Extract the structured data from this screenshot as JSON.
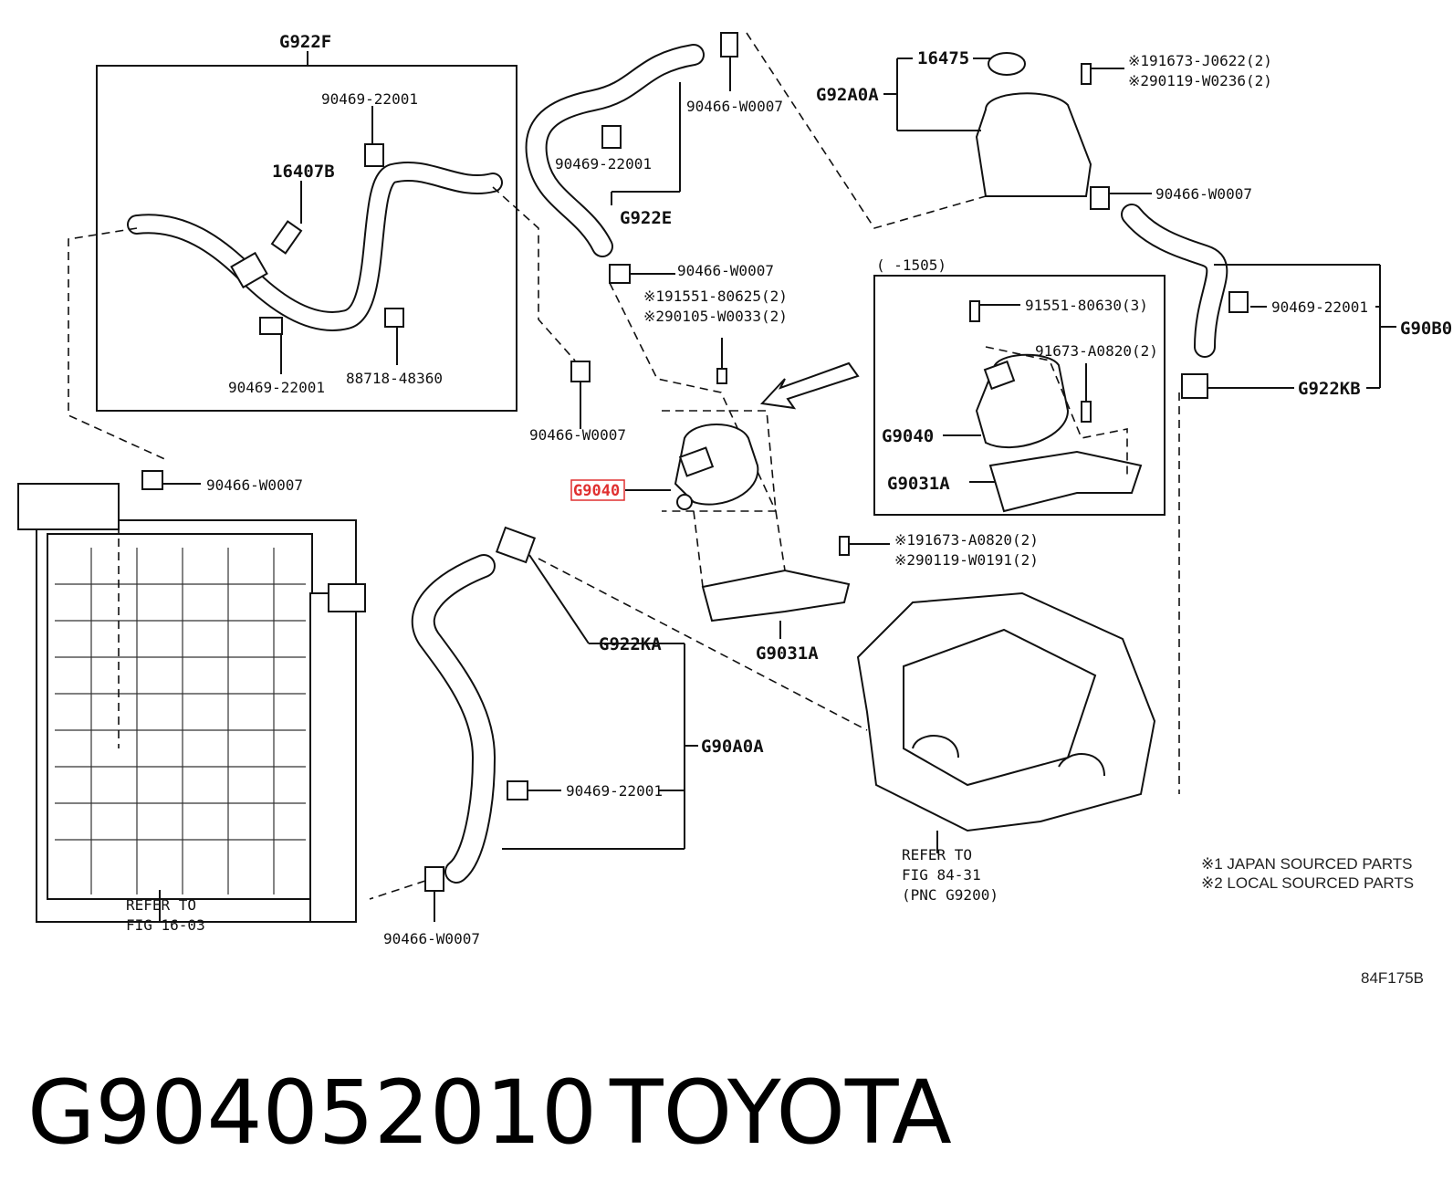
{
  "labels": {
    "g922f": "G922F",
    "p90469_a": "90469-22001",
    "p16407b": "16407B",
    "p90469_b": "90469-22001",
    "p88718": "88718-48360",
    "p90466_a": "90466-W0007",
    "p90469_c": "90469-22001",
    "g922e": "G922E",
    "p90466_b": "90466-W0007",
    "s1_91551": "※191551-80625(2)",
    "s2_90105": "※290105-W0033(2)",
    "p90466_c": "90466-W0007",
    "p90466_d": "90466-W0007",
    "g9040_main": "G9040",
    "s1_91673": "※191673-A0820(2)",
    "s2_90119": "※290119-W0191(2)",
    "g9031a_main": "G9031A",
    "g922ka": "G922KA",
    "g90a0a": "G90A0A",
    "p90469_d": "90469-22001",
    "p90466_e": "90466-W0007",
    "refer1603_a": "REFER TO",
    "refer1603_b": "FIG 16-03",
    "p16475": "16475",
    "g92a0a": "G92A0A",
    "s1_91673j": "※191673-J0622(2)",
    "s2_90119w": "※290119-W0236(2)",
    "p90466_f": "90466-W0007",
    "inset_range": "(     -1505)",
    "inset_91551": "91551-80630(3)",
    "inset_91673": "91673-A0820(2)",
    "inset_g9040": "G9040",
    "inset_g9031a": "G9031A",
    "p90469_e": "90469-22001",
    "g90b0": "G90B0",
    "g922kb": "G922KB",
    "refer8431_a": "REFER TO",
    "refer8431_b": "FIG 84-31",
    "refer8431_c": "(PNC G9200)",
    "note1": "※1 JAPAN SOURCED PARTS",
    "note2": "※2 LOCAL SOURCED PARTS",
    "fig_code": "84F175B"
  },
  "footer": {
    "part_number": "G904052010",
    "brand": "TOYOTA"
  },
  "colors": {
    "highlight": "#e03030",
    "line": "#111111"
  }
}
